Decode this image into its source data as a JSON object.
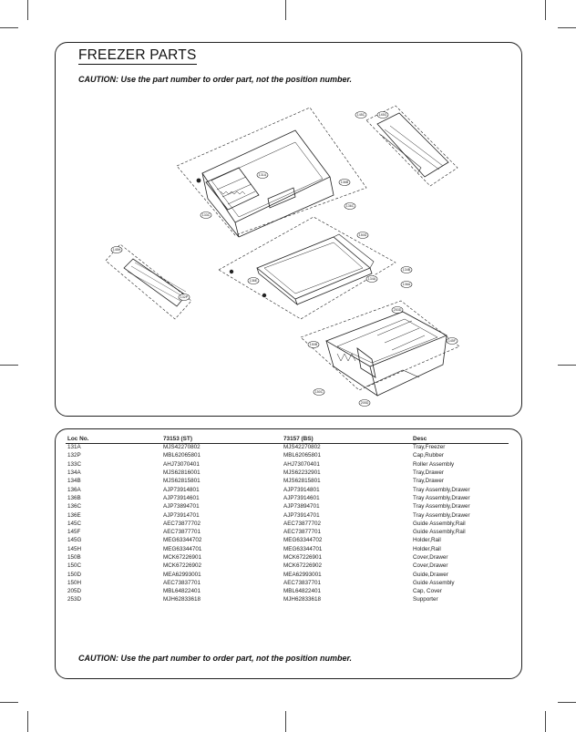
{
  "header": {
    "title": "FREEZER PARTS",
    "caution": "CAUTION: Use the part number to order part, not the position number."
  },
  "diagram": {
    "callouts": [
      "145C",
      "145G",
      "145H",
      "131A",
      "136B",
      "133C",
      "136C",
      "136E",
      "150D",
      "134A",
      "134B",
      "136A",
      "132P",
      "150B",
      "150C",
      "205D",
      "253D",
      "145F"
    ]
  },
  "table": {
    "headers": [
      "Loc No.",
      "73153 (ST)",
      "73157 (BS)",
      "Desc"
    ],
    "rows": [
      [
        "131A",
        "MJS42270802",
        "MJS42270802",
        "Tray,Freezer"
      ],
      [
        "132P",
        "MBL62065801",
        "MBL62065801",
        "Cap,Rubber"
      ],
      [
        "133C",
        "AHJ73070401",
        "AHJ73070401",
        "Roller Assembly"
      ],
      [
        "134A",
        "MJS62816001",
        "MJS62232901",
        "Tray,Drawer"
      ],
      [
        "134B",
        "MJS62815801",
        "MJS62815801",
        "Tray,Drawer"
      ],
      [
        "136A",
        "AJP73914801",
        "AJP73914801",
        "Tray Assembly,Drawer"
      ],
      [
        "136B",
        "AJP73914601",
        "AJP73914601",
        "Tray Assembly,Drawer"
      ],
      [
        "136C",
        "AJP73894701",
        "AJP73894701",
        "Tray Assembly,Drawer"
      ],
      [
        "136E",
        "AJP73914701",
        "AJP73914701",
        "Tray Assembly,Drawer"
      ],
      [
        "145C",
        "AEC73877702",
        "AEC73877702",
        "Guide Assembly,Rail"
      ],
      [
        "145F",
        "AEC73877701",
        "AEC73877701",
        "Guide Assembly,Rail"
      ],
      [
        "145G",
        "MEG63344702",
        "MEG63344702",
        "Holder,Rail"
      ],
      [
        "145H",
        "MEG63344701",
        "MEG63344701",
        "Holder,Rail"
      ],
      [
        "150B",
        "MCK67226901",
        "MCK67226901",
        "Cover,Drawer"
      ],
      [
        "150C",
        "MCK67226902",
        "MCK67226902",
        "Cover,Drawer"
      ],
      [
        "150D",
        "MEA62993001",
        "MEA62993001",
        "Guide,Drawer"
      ],
      [
        "150H",
        "AEC73837701",
        "AEC73837701",
        "Guide Assembly"
      ],
      [
        "205D",
        "MBL64822401",
        "MBL64822401",
        "Cap, Cover"
      ],
      [
        "253D",
        "MJH62833618",
        "MJH62833618",
        "Supporter"
      ]
    ]
  }
}
